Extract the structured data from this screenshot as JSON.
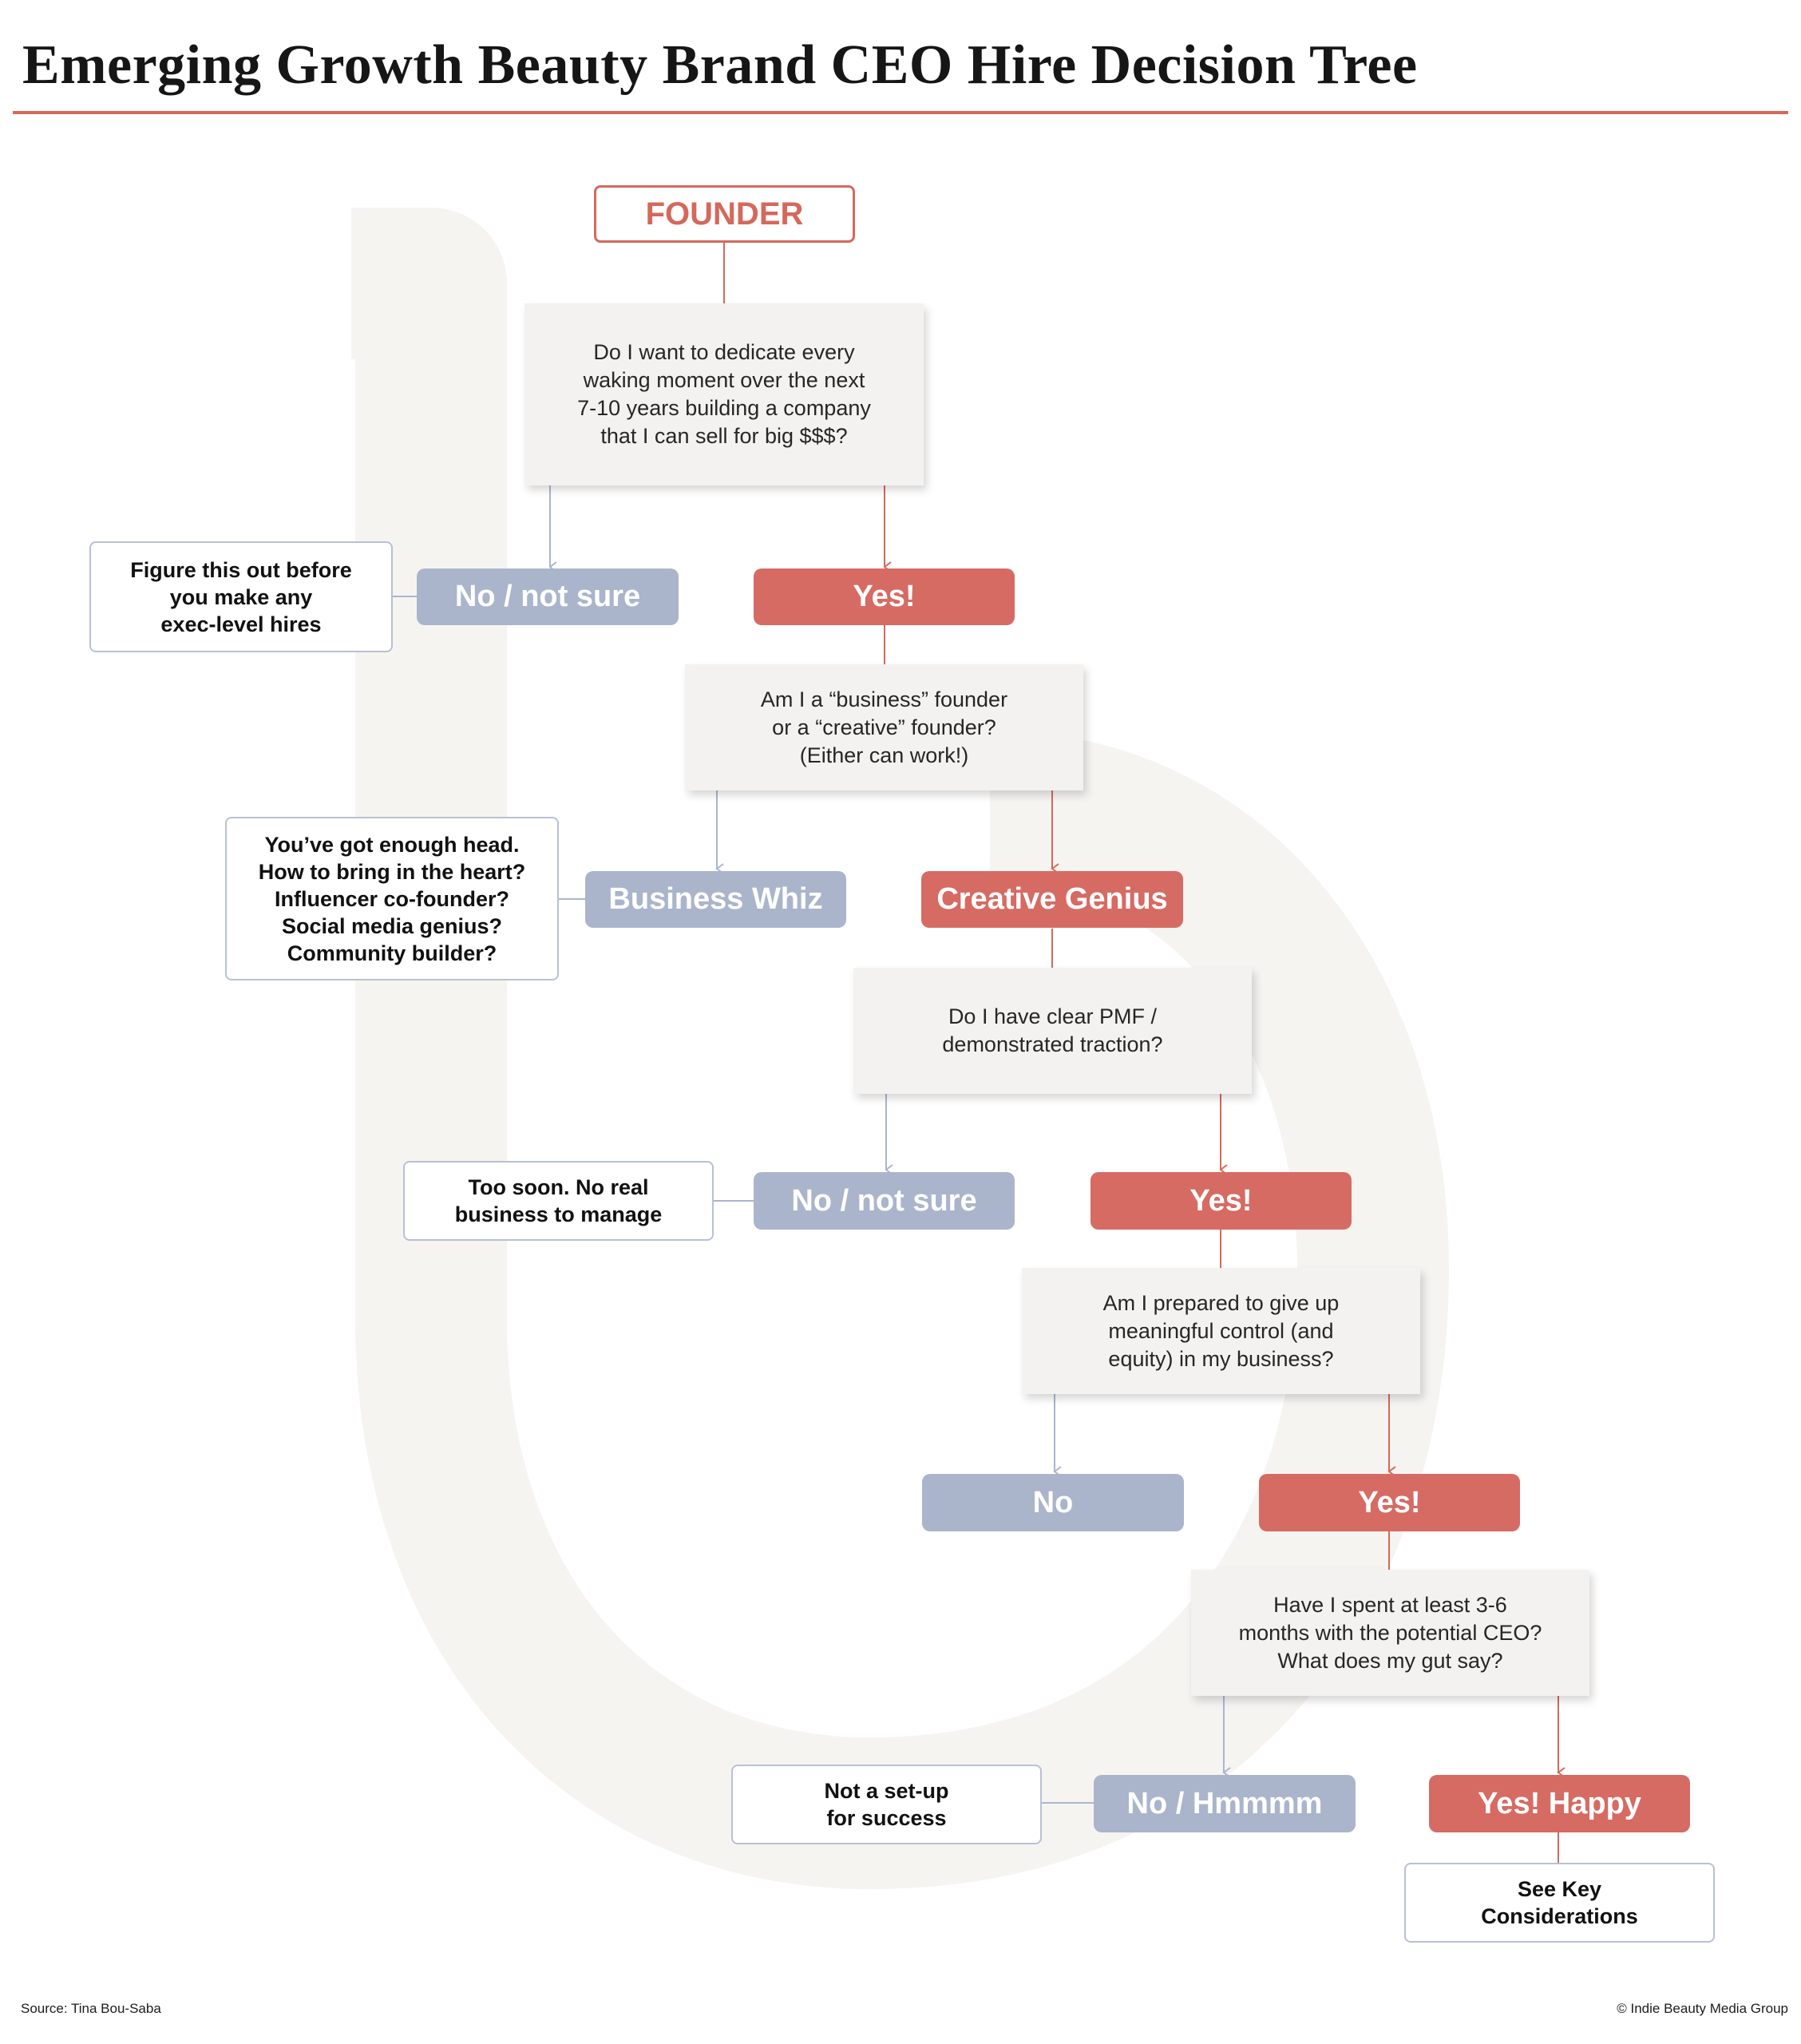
{
  "title": "Emerging Growth Beauty Brand CEO Hire Decision Tree",
  "colors": {
    "accent": "#d4695b",
    "yes": "#d66b63",
    "no": "#aab5cc",
    "question_bg": "#f4f2f0",
    "note_border": "#b8c1d3"
  },
  "start": "FOUNDER",
  "q1": {
    "text": "Do I want to dedicate every\nwaking moment over the next\n7-10 years building a company\nthat I can sell for big $$$?",
    "no": "No / not sure",
    "yes": "Yes!",
    "no_note": "Figure this out before\nyou make any\nexec-level hires"
  },
  "q2": {
    "text": "Am I a “business” founder\nor a “creative” founder?\n(Either can work!)",
    "no": "Business Whiz",
    "yes": "Creative Genius",
    "no_note": "You’ve got enough head.\nHow to bring in the heart?\nInfluencer co-founder?\nSocial media genius?\nCommunity builder?"
  },
  "q3": {
    "text": "Do I have clear PMF /\ndemonstrated traction?",
    "no": "No / not sure",
    "yes": "Yes!",
    "no_note": "Too soon. No real\nbusiness to manage"
  },
  "q4": {
    "text": "Am I prepared to give up\nmeaningful control (and\nequity) in my business?",
    "no": "No",
    "yes": "Yes!"
  },
  "q5": {
    "text": "Have I spent at least 3-6\nmonths with the potential CEO?\nWhat does my gut say?",
    "no": "No / Hmmmm",
    "yes": "Yes! Happy",
    "no_note": "Not a set-up\nfor success",
    "yes_note": "See Key\nConsiderations"
  },
  "footer": {
    "source": "Source: Tina Bou-Saba",
    "copyright": "© Indie Beauty Media Group"
  }
}
